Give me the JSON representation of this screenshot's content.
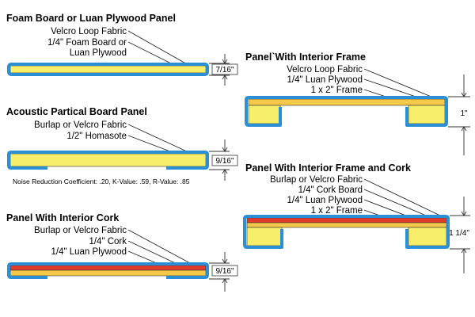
{
  "colors": {
    "fabric": "#2b8fd6",
    "board": "#f7ee6a",
    "cork": "#e33a2b",
    "luan": "#f5c84a",
    "frame": "#f7ee6a"
  },
  "panels": [
    {
      "title": "Foam Board or Luan Plywood Panel",
      "labels": [
        "Velcro Loop Fabric",
        "1/4\" Foam Board or",
        "Luan Plywood"
      ],
      "thickness": "7/16\""
    },
    {
      "title": "Acoustic Partical Board Panel",
      "labels": [
        "Burlap or Velcro Fabric",
        "1/2\" Homasote"
      ],
      "thickness": "9/16\"",
      "note": "Noise Reduction Coefficient: .20,  K-Value: .59,  R-Value: .85"
    },
    {
      "title": "Panel With Interior Cork",
      "labels": [
        "Burlap or Velcro  Fabric",
        "1/4\" Cork",
        "1/4\" Luan Plywood"
      ],
      "thickness": "9/16\""
    },
    {
      "title": "Panel`With Interior Frame",
      "labels": [
        "Velcro Loop Fabric",
        "1/4\" Luan Plywood",
        "1 x 2\" Frame"
      ],
      "thickness": "1\""
    },
    {
      "title": "Panel With Interior Frame and Cork",
      "labels": [
        "Burlap or Velcro  Fabric",
        "1/4\" Cork Board",
        "1/4\" Luan Plywood",
        "1 x 2\" Frame"
      ],
      "thickness": "1 1/4\""
    }
  ]
}
